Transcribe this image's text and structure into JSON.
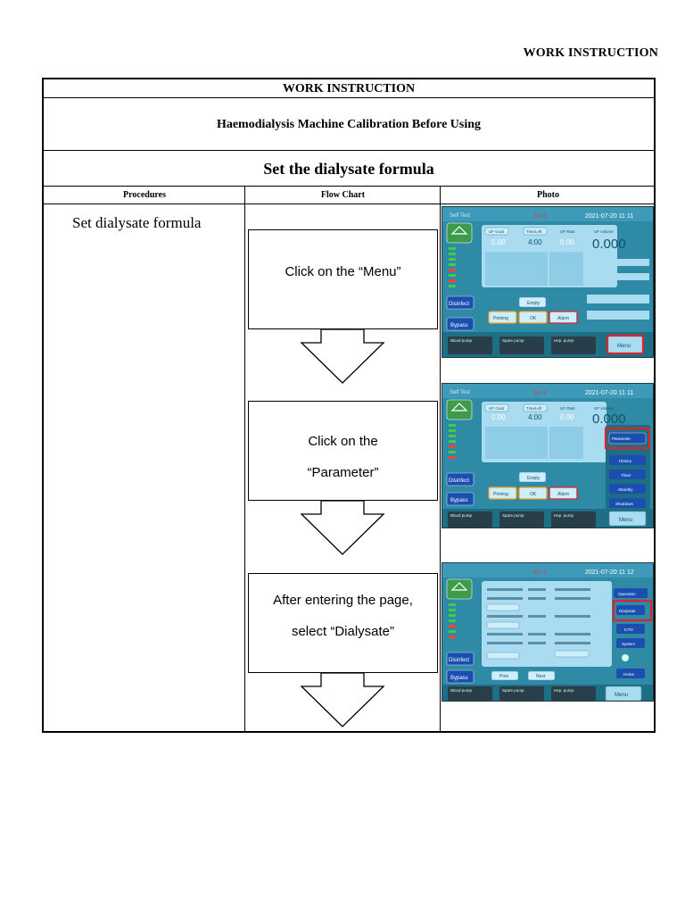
{
  "page_header": "WORK INSTRUCTION",
  "table": {
    "title": "WORK INSTRUCTION",
    "subtitle": "Haemodialysis Machine Calibration Before Using",
    "section_title": "Set the dialysate formula",
    "columns": [
      "Procedures",
      "Flow Chart",
      "Photo"
    ],
    "procedure": "Set dialysate formula"
  },
  "flow_steps": [
    {
      "line1": "Click on the “Menu”",
      "line2": ""
    },
    {
      "line1": "Click on the",
      "line2": "“Parameter”"
    },
    {
      "line1": "After entering the page,",
      "line2": "select “Dialysate”"
    }
  ],
  "photos": [
    {
      "screen": "Self Test",
      "err": "Err 4",
      "datetime": "2021-07-20  11  11",
      "uf_volume": "0.000",
      "uf_goal": "0.00",
      "time_left": "4:00",
      "uf_rate": "0.00",
      "btn_uf_goal": "UF Goal",
      "btn_time_left": "TimeLeft",
      "lbl_uf_rate": "UF Rate",
      "lbl_uf_volume": "UF volume",
      "disinfect": "Disinfect",
      "bypass": "Bypass",
      "empty": "Empty",
      "priming": "Priming",
      "ok": "OK",
      "alarm": "Alarm",
      "menu": "Menu",
      "blood_pump": "Blood pump",
      "spare_pump": "Spare pump",
      "hep_pump": "Hep. pump"
    },
    {
      "screen": "Self Test",
      "err": "Err 4",
      "datetime": "2021-07-20  11  11",
      "uf_volume": "0.000",
      "uf_goal": "0.00",
      "time_left": "4:00",
      "uf_rate": "0.00",
      "btn_uf_goal": "UF Goal",
      "btn_time_left": "TimeLeft",
      "lbl_uf_rate": "UF Rate",
      "lbl_uf_volume": "UF volume",
      "disinfect": "Disinfect",
      "bypass": "Bypass",
      "empty": "Empty",
      "priming": "Priming",
      "ok": "OK",
      "alarm": "Alarm",
      "menu": "Menu",
      "blood_pump": "Blood pump",
      "spare_pump": "Spare pump",
      "hep_pump": "Hep. pump",
      "menu_items": [
        "Parameter",
        "",
        "History",
        "Timer",
        "Standby",
        "Shutdown"
      ]
    },
    {
      "err": "Err 4",
      "datetime": "2021-07-20  11  12",
      "disinfect": "Disinfect",
      "bypass": "Bypass",
      "prev": "Prev",
      "next": "Next",
      "menu": "Menu",
      "blood_pump": "Blood pump",
      "spare_pump": "Spare pump",
      "hep_pump": "Hep. pump",
      "right_menu": [
        "Operation",
        "Dialysate",
        "KT/V",
        "System",
        "",
        "Home"
      ]
    }
  ],
  "colors": {
    "highlight": "#e0222a",
    "screen_bg": "#2f8aa6",
    "panel": "#a9dcf0"
  }
}
